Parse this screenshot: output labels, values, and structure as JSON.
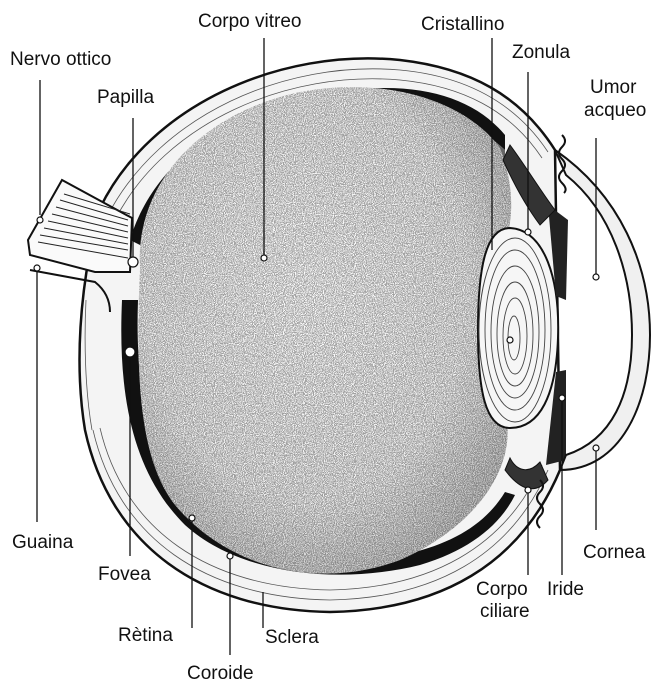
{
  "diagram": {
    "labels": {
      "nervo_ottico": "Nervo ottico",
      "papilla": "Papilla",
      "corpo_vitreo": "Corpo vitreo",
      "cristallino": "Cristallino",
      "zonula": "Zonula",
      "umor": "Umor",
      "acqueo": "acqueo",
      "guaina": "Guaina",
      "fovea": "Fovea",
      "retina": "Rètina",
      "coroide": "Coroide",
      "sclera": "Sclera",
      "corpo": "Corpo",
      "ciliare": "ciliare",
      "iride": "Iride",
      "cornea": "Cornea"
    }
  }
}
